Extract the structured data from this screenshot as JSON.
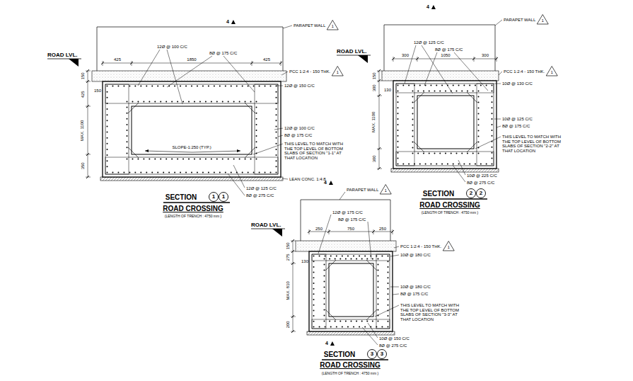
{
  "diagram": {
    "labels": [
      "4",
      "PARAPET WALL",
      "1",
      "ROAD LVL.",
      "12Ø @ 100 C/C",
      "8Ø @ 175 C/C",
      "425",
      "1850",
      "425",
      "PCC 1:2:4 - 150 THK.",
      "1",
      "150",
      "150",
      "12Ø @ 150 C/C",
      "425",
      "MAX. 1100",
      "12Ø @ 100 C/C",
      "8Ø @ 175 C/C",
      "SLOPE-1:250 (TYP.)",
      "THIS LEVEL TO MATCH WITH THE TOP LEVEL OF BOTTOM SLABS OF SECTION \"1-1\" AT THAT LOCATION",
      "350",
      "LEAN CONC. 1:4:8",
      "12Ø @ 125 C/C",
      "8Ø @ 275 C/C",
      "SECTION",
      "1",
      "1",
      "ROAD CROSSING",
      "(LENGTH OF TRENCH : 4750 mm )",
      "4",
      "PARAPET WALL",
      "1",
      "ROAD LVL.",
      "12Ø @ 125 C/C",
      "8Ø @ 175 C/C",
      "300",
      "1050",
      "300",
      "PCC 1:2:4 - 150 THK.",
      "1",
      "150",
      "130",
      "10Ø @ 130 C/C",
      "300",
      "MAX. 1100",
      "10Ø @ 125 C/C",
      "8Ø @ 175 C/C",
      "THIS LEVEL TO MATCH WITH THE TOP LEVEL OF BOTTOM SLABS OF SECTION \"2-2\" AT THAT LOCATION",
      "300",
      "10Ø @ 225 C/C",
      "8Ø @ 275 C/C",
      "SECTION",
      "2",
      "2",
      "ROAD CROSSING",
      "(LENGTH OF TRENCH : 4750 mm )",
      "4",
      "PARAPET WALL",
      "1",
      "ROAD LVL.",
      "12Ø @ 175 C/C",
      "8Ø @ 175 C/C",
      "250",
      "750",
      "250",
      "PCC 1:2:4 - 150 THK.",
      "1",
      "150",
      "275",
      "130",
      "10Ø @ 180 C/C",
      "MAX. 810",
      "10Ø @ 180 C/C",
      "8Ø @ 175 C/C",
      "THIS LEVEL TO MATCH WITH THE TOP LEVEL OF BOTTOM SLABS OF SECTION \"3-3\" AT THAT LOCATION",
      "200",
      "10Ø @ 150 C/C",
      "8Ø @ 275 C/C",
      "4",
      "SECTION",
      "3",
      "3",
      "ROAD CROSSING",
      "(LENGTH OF TRENCH : 4750 mm )"
    ]
  }
}
